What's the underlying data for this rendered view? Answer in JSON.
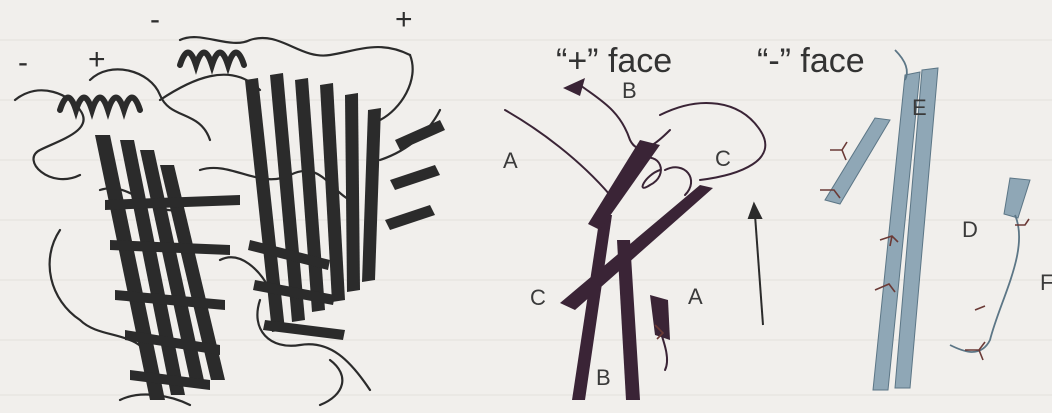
{
  "figure": {
    "left_panel": {
      "signs": [
        "-",
        "+",
        "-",
        "+"
      ]
    },
    "middle_panel": {
      "face_label": "“+” face",
      "strand_labels": [
        "B",
        "A",
        "C",
        "C",
        "A",
        "B"
      ]
    },
    "right_panel": {
      "face_label": "“-” face",
      "strand_labels": [
        "E",
        "D",
        "F"
      ]
    },
    "colors": {
      "background": "#f1efec",
      "left_structure": "#2b2b2b",
      "middle_structure": "#3a2436",
      "right_structure": "#8fa7b6",
      "side_chains": "#6b3a36"
    }
  }
}
